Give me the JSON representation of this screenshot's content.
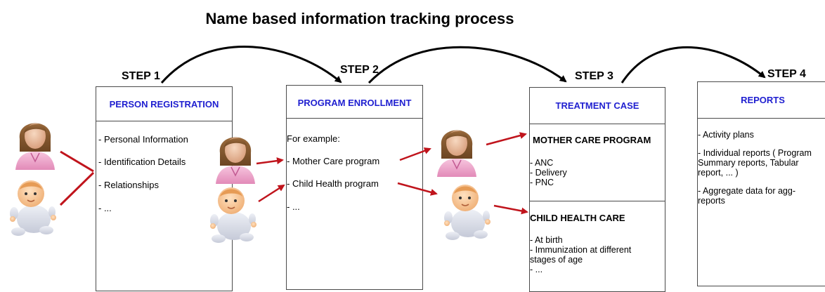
{
  "title": "Name based information tracking process",
  "steps": [
    "STEP 1",
    "STEP 2",
    "STEP 3",
    "STEP 4"
  ],
  "boxes": {
    "registration": {
      "header": "PERSON REGISTRATION",
      "items": [
        "- Personal Information",
        "- Identification Details",
        "- Relationships",
        "- ..."
      ]
    },
    "enrollment": {
      "header": "PROGRAM ENROLLMENT",
      "intro": "For example:",
      "items": [
        "- Mother Care program",
        "- Child Health program",
        "- ..."
      ]
    },
    "treatment": {
      "header": "TREATMENT CASE",
      "mother_title": "MOTHER CARE PROGRAM",
      "mother_items": [
        "- ANC",
        "- Delivery",
        "- PNC"
      ],
      "child_title": "CHILD HEALTH CARE",
      "child_items": [
        "- At birth",
        "- Immunization at different",
        "stages of age",
        "- ..."
      ]
    },
    "reports": {
      "header": "REPORTS",
      "items": [
        "- Activity plans",
        "- Individual reports ( Program",
        "Summary reports, Tabular",
        "report, ... )",
        "- Aggregate data for agg-",
        "reports"
      ]
    }
  },
  "colors": {
    "header_text": "#1f1fd0",
    "arrow_red": "#c0141c",
    "border": "#4a4a4a"
  },
  "icons": [
    "mother-icon",
    "baby-icon"
  ]
}
